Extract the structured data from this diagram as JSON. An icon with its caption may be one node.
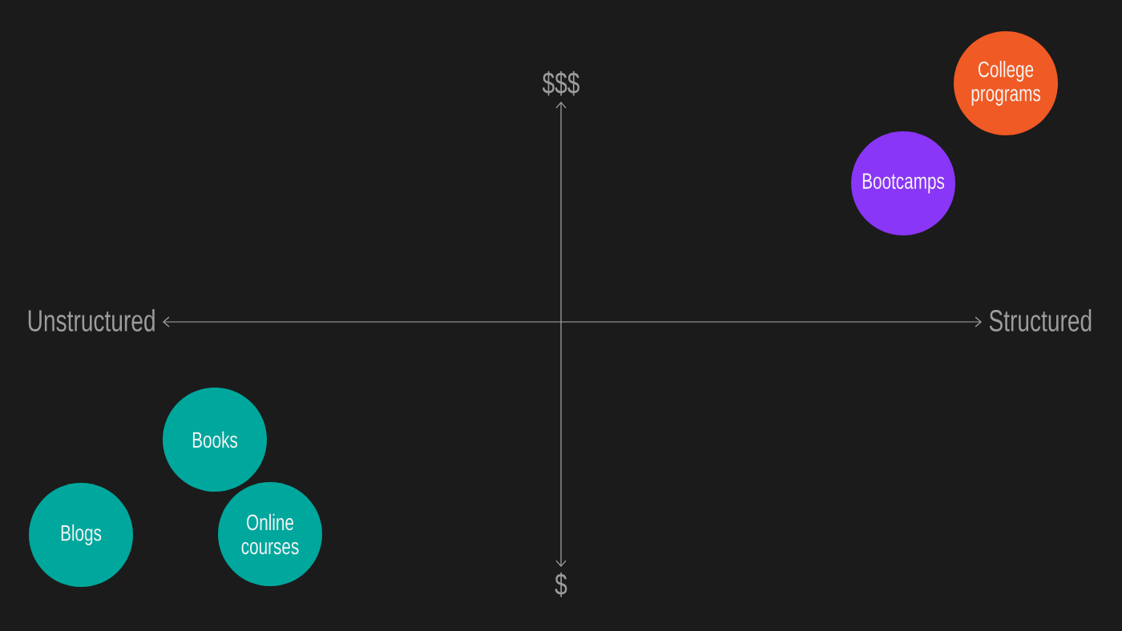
{
  "diagram": {
    "nodes": [
      {
        "text": [
          "College programs"
        ]
      },
      {
        "text": [
          "Bootcamps"
        ]
      },
      {
        "text": [
          "Books"
        ]
      },
      {
        "text": [
          "Blogs"
        ]
      },
      {
        "text": [
          "Online courses"
        ]
      }
    ],
    "labels": [
      "$$$",
      "Unstructured",
      "Structured",
      "$"
    ]
  }
}
